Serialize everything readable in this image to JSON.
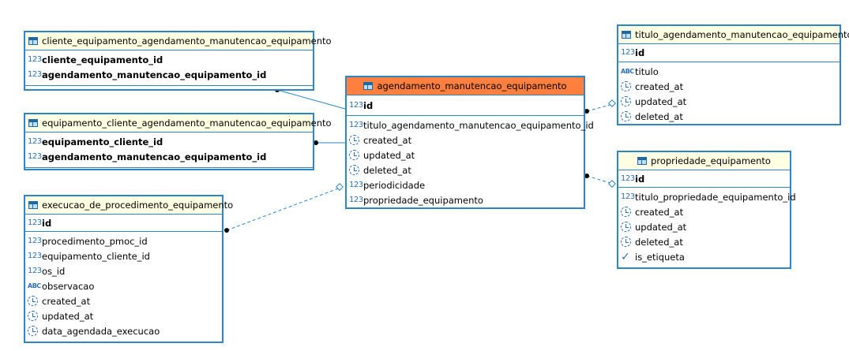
{
  "tables": {
    "cliente": {
      "name": "cliente_equipamento_agendamento_manutencao_equipamento",
      "keys": [
        {
          "icon": "number-icon",
          "type_label": "123",
          "label": "cliente_equipamento_id"
        },
        {
          "icon": "number-icon",
          "type_label": "123",
          "label": "agendamento_manutencao_equipamento_id"
        }
      ]
    },
    "equipamento_cliente": {
      "name": "equipamento_cliente_agendamento_manutencao_equipamento",
      "keys": [
        {
          "icon": "number-icon",
          "type_label": "123",
          "label": "equipamento_cliente_id"
        },
        {
          "icon": "number-icon",
          "type_label": "123",
          "label": "agendamento_manutencao_equipamento_id"
        }
      ]
    },
    "execucao": {
      "name": "execucao_de_procedimento_equipamento",
      "keys": [
        {
          "icon": "number-icon",
          "type_label": "123",
          "label": "id"
        }
      ],
      "columns": [
        {
          "icon": "number-icon",
          "type_label": "123",
          "label": "procedimento_pmoc_id"
        },
        {
          "icon": "number-icon",
          "type_label": "123",
          "label": "equipamento_cliente_id"
        },
        {
          "icon": "number-icon",
          "type_label": "123",
          "label": "os_id"
        },
        {
          "icon": "text-icon",
          "type_label": "ABC",
          "label": "observacao"
        },
        {
          "icon": "datetime-icon",
          "label": "created_at"
        },
        {
          "icon": "datetime-icon",
          "label": "updated_at"
        },
        {
          "icon": "datetime-icon",
          "label": "data_agendada_execucao"
        }
      ]
    },
    "agendamento": {
      "name": "agendamento_manutencao_equipamento",
      "keys": [
        {
          "icon": "number-icon",
          "type_label": "123",
          "label": "id"
        }
      ],
      "columns": [
        {
          "icon": "number-icon",
          "type_label": "123",
          "label": "titulo_agendamento_manutencao_equipamento_id"
        },
        {
          "icon": "datetime-icon",
          "label": "created_at"
        },
        {
          "icon": "datetime-icon",
          "label": "updated_at"
        },
        {
          "icon": "datetime-icon",
          "label": "deleted_at"
        },
        {
          "icon": "number-icon",
          "type_label": "123",
          "label": "periodicidade"
        },
        {
          "icon": "number-icon",
          "type_label": "123",
          "label": "propriedade_equipamento"
        }
      ]
    },
    "titulo": {
      "name": "titulo_agendamento_manutencao_equipamento",
      "keys": [
        {
          "icon": "number-icon",
          "type_label": "123",
          "label": "id"
        }
      ],
      "columns": [
        {
          "icon": "text-icon",
          "type_label": "ABC",
          "label": "titulo"
        },
        {
          "icon": "datetime-icon",
          "label": "created_at"
        },
        {
          "icon": "datetime-icon",
          "label": "updated_at"
        },
        {
          "icon": "datetime-icon",
          "label": "deleted_at"
        }
      ]
    },
    "propriedade": {
      "name": "propriedade_equipamento",
      "keys": [
        {
          "icon": "number-icon",
          "type_label": "123",
          "label": "id"
        }
      ],
      "columns": [
        {
          "icon": "number-icon",
          "type_label": "123",
          "label": "titulo_propriedade_equipamento_id"
        },
        {
          "icon": "datetime-icon",
          "label": "created_at"
        },
        {
          "icon": "datetime-icon",
          "label": "updated_at"
        },
        {
          "icon": "datetime-icon",
          "label": "deleted_at"
        },
        {
          "icon": "boolean-check-icon",
          "label": "is_etiqueta"
        }
      ]
    }
  },
  "colors": {
    "border": "#2d86c5",
    "header": "#ffffe1",
    "selected_header": "#ff7f3f"
  }
}
